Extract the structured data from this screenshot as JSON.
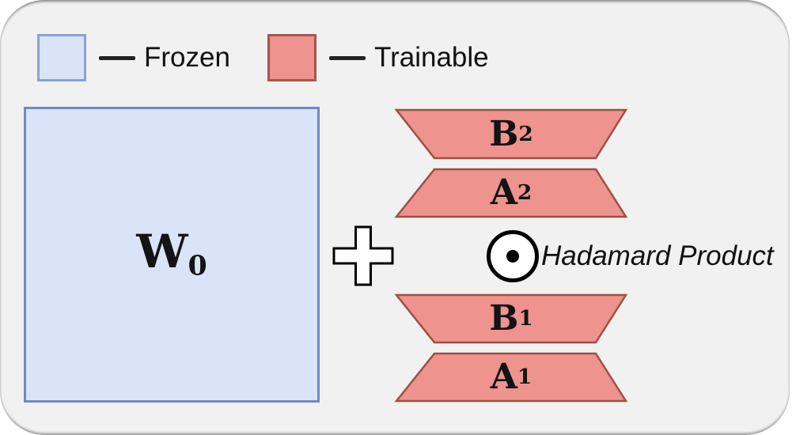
{
  "legend": {
    "items": [
      {
        "id": "frozen",
        "label": "Frozen"
      },
      {
        "id": "trainable",
        "label": "Trainable"
      }
    ]
  },
  "diagram": {
    "base_matrix": {
      "symbol": "W",
      "subscript": "0",
      "state": "frozen"
    },
    "plus_operator": "+",
    "adapters": [
      {
        "symbol": "B",
        "subscript": "2",
        "state": "trainable"
      },
      {
        "symbol": "A",
        "subscript": "2",
        "state": "trainable"
      },
      {
        "symbol": "B",
        "subscript": "1",
        "state": "trainable"
      },
      {
        "symbol": "A",
        "subscript": "1",
        "state": "trainable"
      }
    ],
    "hadamard_operator": {
      "symbol": "⊙",
      "label": "Hadamard Product"
    }
  },
  "colors": {
    "card_background": "#f1f1f2",
    "frozen_fill": "#d9e4f8",
    "frozen_border": "#7189c4",
    "trainable_fill": "#ee938e",
    "trainable_border": "#9e4f44",
    "text": "#111111",
    "operator_fill": "#ffffff",
    "operator_stroke": "#000000"
  }
}
